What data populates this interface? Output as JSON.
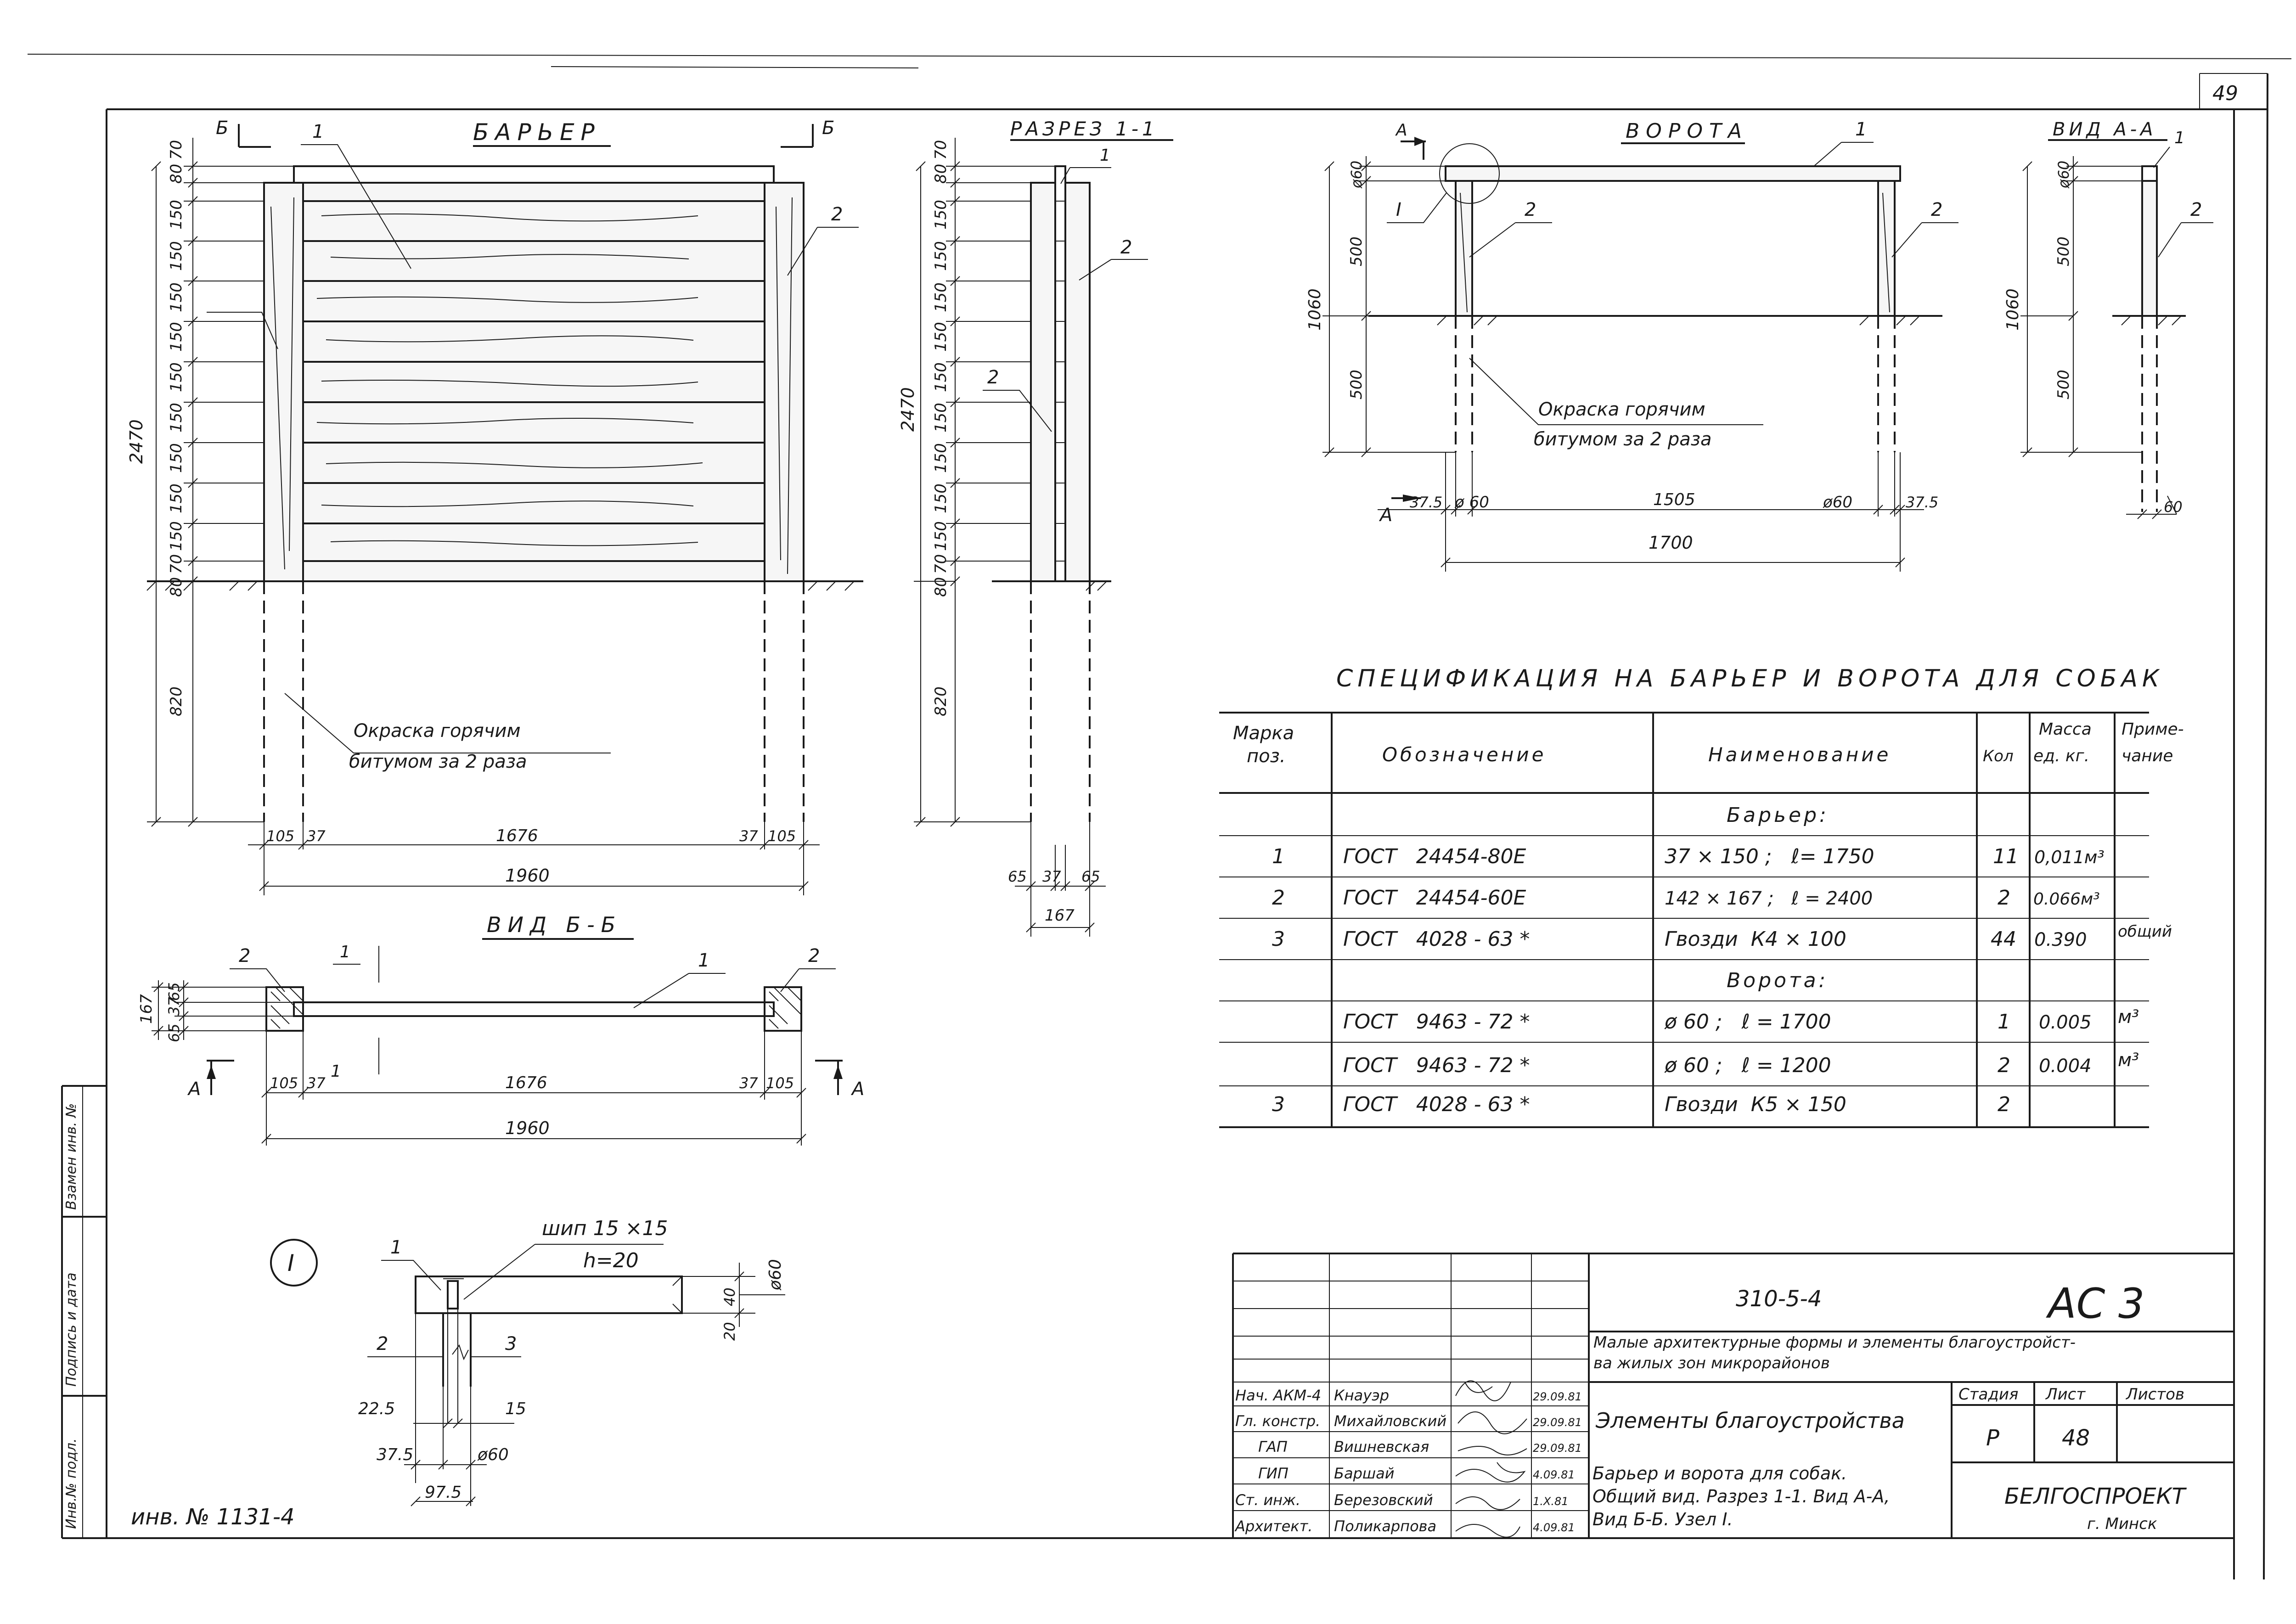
{
  "sheet": {
    "page_number": "49",
    "inv_number": "инв. № 1131-4",
    "side_labels": [
      "Инв.№ подл.",
      "Подпись и дата",
      "Взамен инв. №"
    ]
  },
  "barrier": {
    "title": "БАРЬЕР",
    "section_marks": [
      "Б",
      "Б"
    ],
    "callouts": [
      "1",
      "2"
    ],
    "vertical_dims": [
      "70",
      "80",
      "150",
      "150",
      "150",
      "150",
      "150",
      "150",
      "150",
      "150",
      "150",
      "70",
      "80",
      "820"
    ],
    "total_height": "2470",
    "note_line1": "Окраска горячим",
    "note_line2": "битумом за 2 раза",
    "horizontal_dims": [
      "105",
      "37",
      "1676",
      "37",
      "105"
    ],
    "total_width": "1960"
  },
  "section11": {
    "title": "РАЗРЕЗ 1-1",
    "callouts": [
      "1",
      "2",
      "2"
    ],
    "vertical_dims": [
      "70",
      "80",
      "150",
      "150",
      "150",
      "150",
      "150",
      "150",
      "150",
      "150",
      "150",
      "70",
      "80",
      "820"
    ],
    "total_height": "2470",
    "horizontal_dims": [
      "65",
      "37",
      "65"
    ],
    "total_width": "167"
  },
  "viewBB": {
    "title": "ВИД Б-Б",
    "callouts": [
      "2",
      "1",
      "2",
      "1",
      "1"
    ],
    "left_dims": [
      "65",
      "37",
      "65"
    ],
    "left_total": "167",
    "section_marks": [
      "А",
      "А"
    ],
    "horizontal_dims": [
      "105",
      "37",
      "1676",
      "37",
      "105"
    ],
    "total_width": "1960"
  },
  "gate": {
    "title": "ВОРОТА",
    "section_mark": "А",
    "node_label": "I",
    "callouts": [
      "1",
      "2",
      "2"
    ],
    "vertical_dims": [
      "ø60",
      "500",
      "500"
    ],
    "total_height": "1060",
    "note_line1": "Окраска горячим",
    "note_line2": "битумом за 2 раза",
    "horizontal_dims": [
      "37.5",
      "ø 60",
      "1505",
      "ø60",
      "37.5"
    ],
    "total_width": "1700",
    "arrow_mark": "А"
  },
  "viewAA": {
    "title": "ВИД А-А",
    "callouts": [
      "1",
      "2"
    ],
    "vertical_dims": [
      "ø60",
      "500",
      "500"
    ],
    "total_height": "1060",
    "bottom_dim": "60"
  },
  "node": {
    "symbol": "I",
    "tenon_line1": "шип 15 ×15",
    "tenon_line2": "h=20",
    "callouts": [
      "1",
      "2",
      "3"
    ],
    "right_dims": [
      "40",
      "20",
      "ø60"
    ],
    "bottom_dims": [
      "22.5",
      "15",
      "37.5",
      "ø60",
      "97.5"
    ]
  },
  "spec": {
    "title": "СПЕЦИФИКАЦИЯ НА БАРЬЕР И ВОРОТА ДЛЯ СОБАК",
    "headers": [
      "Марка поз.",
      "Обозначение",
      "Наименование",
      "Кол",
      "Масса ед. кг.",
      "Примечание"
    ],
    "header_lines": {
      "mark": [
        "Марка",
        "поз."
      ],
      "mass": [
        "Масса",
        "ед. кг."
      ],
      "note": [
        "Приме-",
        "чание"
      ]
    },
    "sections": [
      {
        "title": "Барьер:",
        "rows": [
          {
            "mark": "1",
            "designation": "ГОСТ   24454-80Е",
            "name": "37 × 150 ;   ℓ= 1750",
            "qty": "11",
            "mass": "0,011м³",
            "note": ""
          },
          {
            "mark": "2",
            "designation": "ГОСТ   24454-60Е",
            "name": "142 × 167 ;   ℓ = 2400",
            "qty": "2",
            "mass": "0.066м³",
            "note": ""
          },
          {
            "mark": "3",
            "designation": "ГОСТ   4028 - 63 *",
            "name": "Гвозди  К4 × 100",
            "qty": "44",
            "mass": "0.390",
            "note": "общий"
          }
        ]
      },
      {
        "title": "Ворота:",
        "rows": [
          {
            "mark": "",
            "designation": "ГОСТ   9463 - 72 *",
            "name": "ø 60 ;   ℓ = 1700",
            "qty": "1",
            "mass": "0.005",
            "note": "м³"
          },
          {
            "mark": "",
            "designation": "ГОСТ   9463 - 72 *",
            "name": "ø 60 ;   ℓ = 1200",
            "qty": "2",
            "mass": "0.004",
            "note": "м³"
          },
          {
            "mark": "3",
            "designation": "ГОСТ   4028 - 63 *",
            "name": "Гвозди  К5 × 150",
            "qty": "2",
            "mass": "",
            "note": ""
          }
        ]
      }
    ]
  },
  "title_block": {
    "doc_code": "310-5-4",
    "sheet_code": "АС 3",
    "project_line1": "Малые архитектурные формы и элементы благоустройст-",
    "project_line2": "ва жилых зон микрорайонов",
    "section_name": "Элементы благоустройства",
    "drawing_line1": "Барьер и ворота для собак.",
    "drawing_line2": "Общий вид. Разрез 1-1. Вид А-А,",
    "drawing_line3": "Вид Б-Б. Узел I.",
    "stage_label": "Стадия",
    "sheet_label": "Лист",
    "sheets_label": "Листов",
    "stage": "Р",
    "sheet": "48",
    "org": "БЕЛГОСПРОЕКТ",
    "city": "г. Минск",
    "signers": [
      {
        "role": "Нач. АКМ-4",
        "name": "Кнауэр",
        "date": "29.09.81"
      },
      {
        "role": "Гл. констр.",
        "name": "Михайловский",
        "date": "29.09.81"
      },
      {
        "role": "ГАП",
        "name": "Вишневская",
        "date": "29.09.81"
      },
      {
        "role": "ГИП",
        "name": "Баршай",
        "date": "4.09.81"
      },
      {
        "role": "Ст. инж.",
        "name": "Березовский",
        "date": "1.X.81"
      },
      {
        "role": "Архитект.",
        "name": "Поликарпова",
        "date": "4.09.81"
      }
    ]
  }
}
